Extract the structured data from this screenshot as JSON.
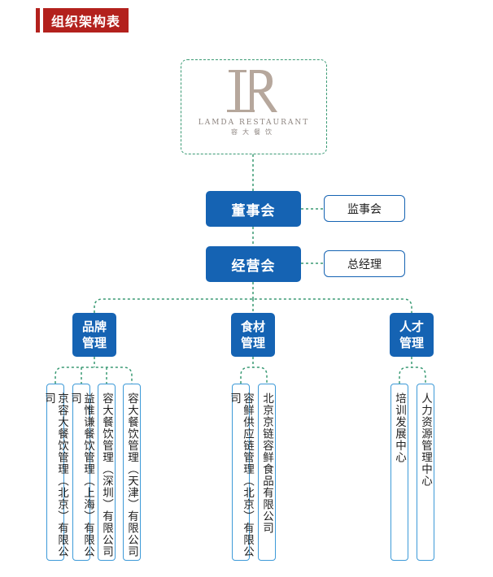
{
  "section_title": "组织架构表",
  "logo": {
    "name_en": "LAMDA RESTAURANT",
    "name_cn": "容大餐饮"
  },
  "board": {
    "label": "董事会",
    "side_label": "监事会"
  },
  "management": {
    "label": "经营会",
    "side_label": "总经理"
  },
  "departments": [
    {
      "label": "品牌管理",
      "companies": [
        "京容大餐饮管理（北京）有限公司",
        "益惟谦餐饮管理（上海）有限公司",
        "容大餐饮管理（深圳）有限公司",
        "容大餐饮管理（天津）有限公司"
      ]
    },
    {
      "label": "食材管理",
      "companies": [
        "容鲜供应链管理（北京）有限公司",
        "北京京链容鲜食品有限公司"
      ]
    },
    {
      "label": "人才管理",
      "companies": [
        "培训发展中心",
        "人力资源管理中心"
      ]
    }
  ],
  "colors": {
    "accent_red": "#b3211d",
    "node_blue": "#1563b3",
    "box_blue": "#3d9ad8",
    "dash_green": "#3a9a74",
    "logo_taupe": "#b6a79c"
  }
}
